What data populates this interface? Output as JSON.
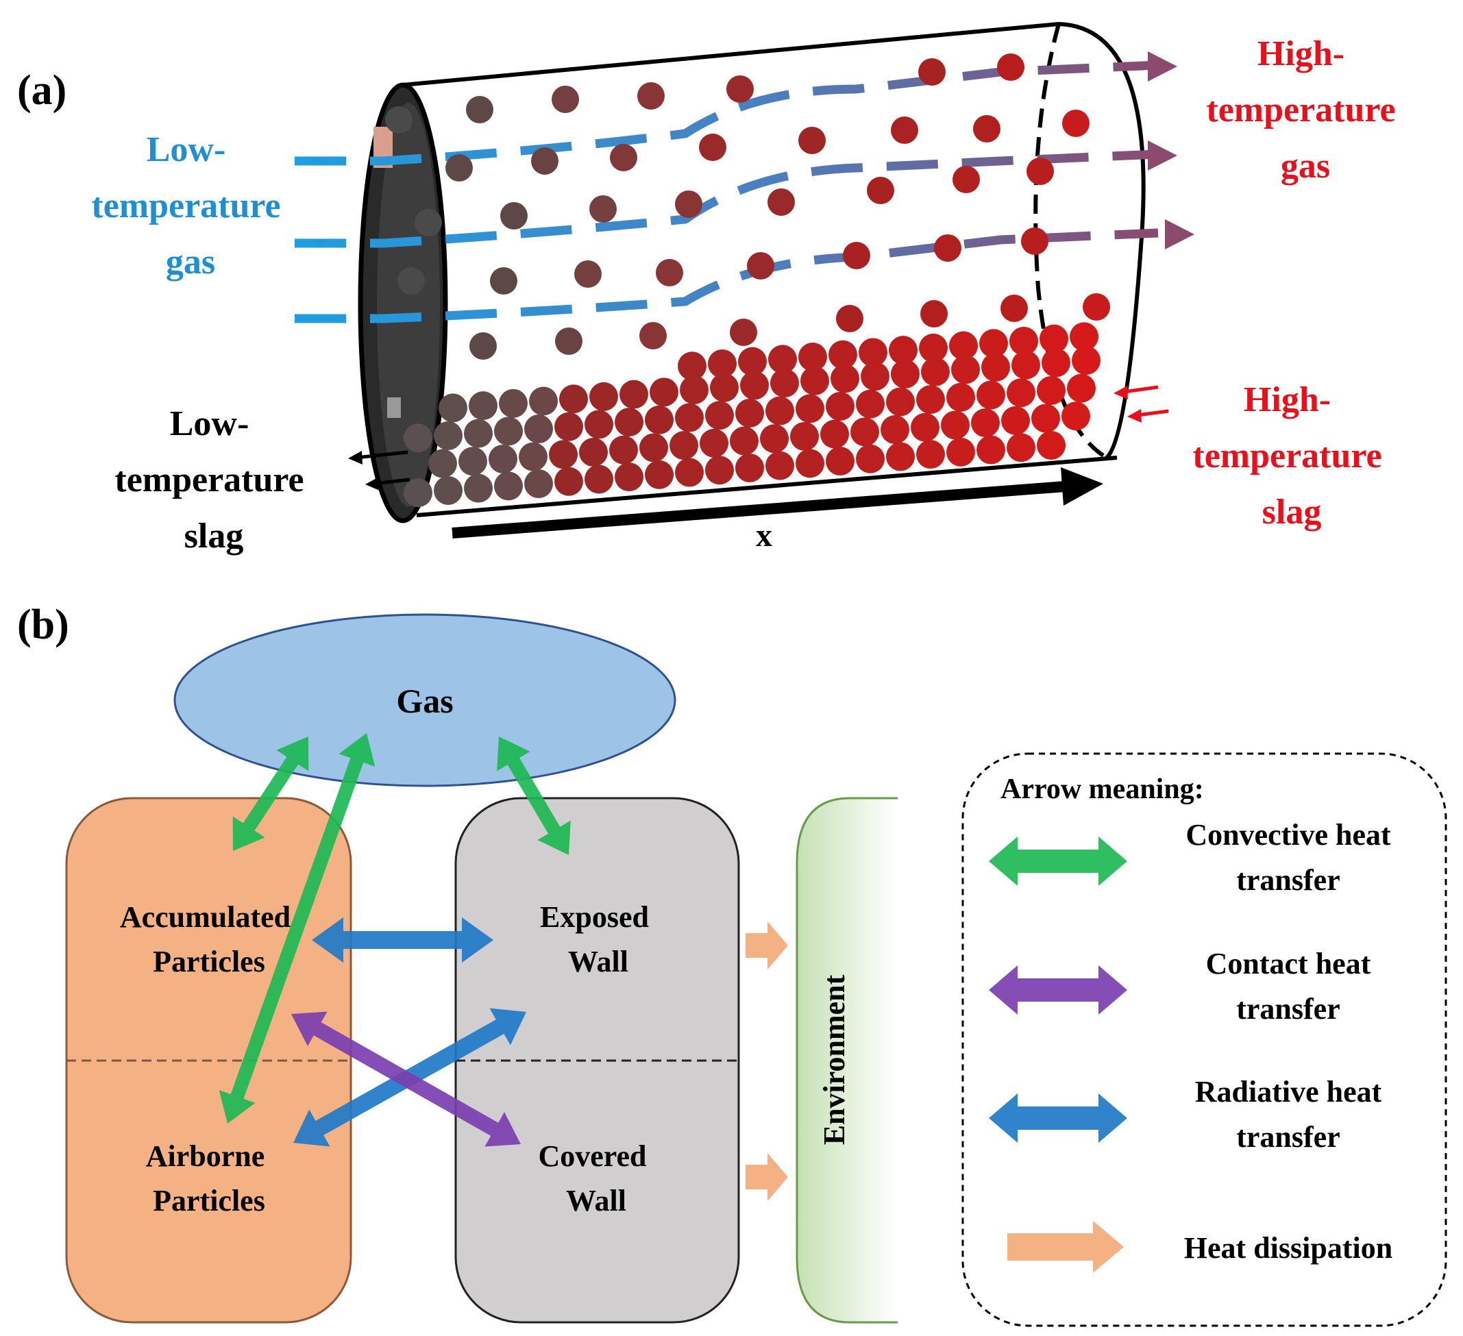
{
  "panel_a": {
    "label": "(a)",
    "inlet_gas": {
      "lines": [
        "Low-",
        "temperature",
        "gas"
      ],
      "color": "#1f8fd1"
    },
    "outlet_gas": {
      "lines": [
        "High-",
        "temperature",
        "gas"
      ],
      "color": "#e8101a"
    },
    "inlet_slag": {
      "lines": [
        "High-",
        "temperature",
        "slag"
      ],
      "color": "#e8101a"
    },
    "outlet_slag": {
      "lines": [
        "Low-",
        "temperature",
        "slag"
      ],
      "color": "#000000"
    },
    "axis_label": "x"
  },
  "panel_b": {
    "label": "(b)",
    "gas": "Gas",
    "accumulated": [
      "Accumulated",
      "Particles"
    ],
    "airborne": [
      "Airborne",
      "Particles"
    ],
    "exposed": [
      "Exposed",
      "Wall"
    ],
    "covered": [
      "Covered",
      "Wall"
    ],
    "environment": "Environment",
    "legend": {
      "title": "Arrow meaning:",
      "items": [
        {
          "lines": [
            "Convective heat",
            "transfer"
          ],
          "color": "#1db954",
          "icon": "double-arrow"
        },
        {
          "lines": [
            "Contact heat",
            "transfer"
          ],
          "color": "#7a3fb0",
          "icon": "double-arrow"
        },
        {
          "lines": [
            "Radiative heat",
            "transfer"
          ],
          "color": "#1f7ac8",
          "icon": "double-arrow"
        },
        {
          "lines": [
            "Heat dissipation"
          ],
          "color": "#f4b183",
          "icon": "single-arrow"
        }
      ]
    },
    "colors": {
      "gas_fill": "#9dc3e6",
      "particles_fill": "#f4b183",
      "wall_fill": "#d0cece",
      "environment_fill": "#c5e0b4"
    }
  }
}
